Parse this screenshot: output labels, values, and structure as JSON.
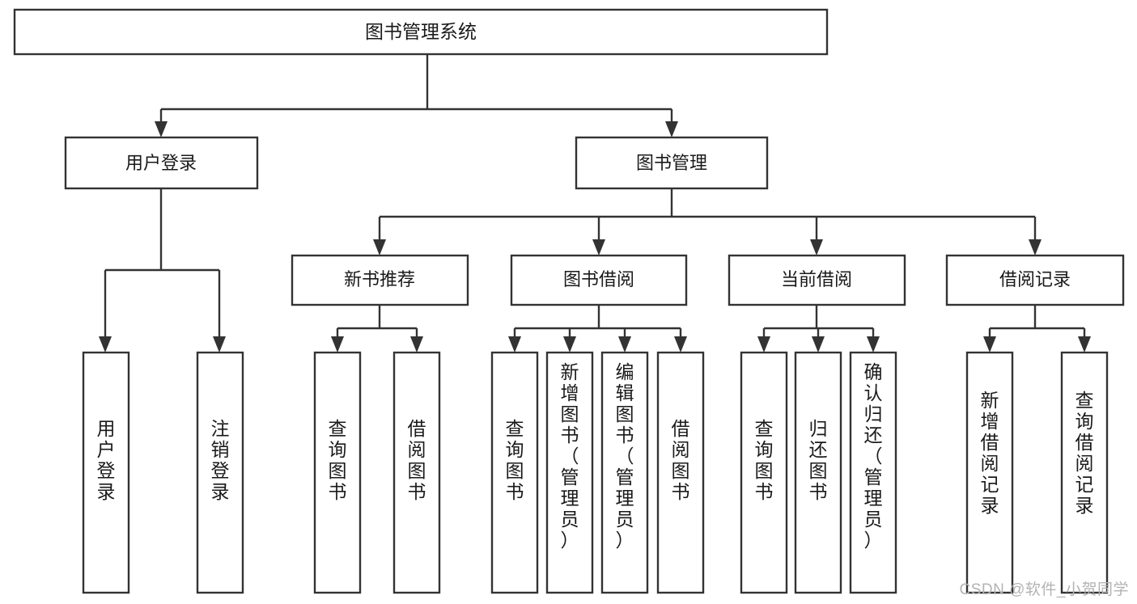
{
  "diagram": {
    "title": "图书管理系统",
    "watermark": "CSDN @软件_小贺同学",
    "type": "tree-hierarchy-diagram",
    "orientation": "top-down",
    "box_fill": "#ffffff",
    "box_stroke": "#333333",
    "text_color": "#1a1a1a",
    "watermark_color": "#b3b3b3",
    "background": "#ffffff",
    "nodes": {
      "root": {
        "label": "图书管理系统",
        "level": 0,
        "text_orientation": "horizontal"
      },
      "l1": [
        {
          "id": "user-login",
          "label": "用户登录",
          "level": 1,
          "text_orientation": "horizontal"
        },
        {
          "id": "book-management",
          "label": "图书管理",
          "level": 1,
          "text_orientation": "horizontal"
        }
      ],
      "l2": [
        {
          "id": "new-book-recommend",
          "label": "新书推荐",
          "level": 2,
          "text_orientation": "horizontal",
          "parent": "book-management"
        },
        {
          "id": "book-borrow",
          "label": "图书借阅",
          "level": 2,
          "text_orientation": "horizontal",
          "parent": "book-management"
        },
        {
          "id": "current-borrow",
          "label": "当前借阅",
          "level": 2,
          "text_orientation": "horizontal",
          "parent": "book-management"
        },
        {
          "id": "borrow-record",
          "label": "借阅记录",
          "level": 2,
          "text_orientation": "horizontal",
          "parent": "book-management"
        }
      ],
      "leaves": [
        {
          "id": "leaf-user-login",
          "label": "用户登录",
          "parent": "user-login",
          "text_orientation": "vertical"
        },
        {
          "id": "leaf-logout",
          "label": "注销登录",
          "parent": "user-login",
          "text_orientation": "vertical"
        },
        {
          "id": "leaf-query-book-1",
          "label": "查询图书",
          "parent": "new-book-recommend",
          "text_orientation": "vertical"
        },
        {
          "id": "leaf-borrow-book-1",
          "label": "借阅图书",
          "parent": "new-book-recommend",
          "text_orientation": "vertical"
        },
        {
          "id": "leaf-query-book-2",
          "label": "查询图书",
          "parent": "book-borrow",
          "text_orientation": "vertical"
        },
        {
          "id": "leaf-add-book",
          "label": "新增图书（管理员）",
          "parent": "book-borrow",
          "text_orientation": "vertical"
        },
        {
          "id": "leaf-edit-book",
          "label": "编辑图书（管理员）",
          "parent": "book-borrow",
          "text_orientation": "vertical"
        },
        {
          "id": "leaf-borrow-book-2",
          "label": "借阅图书",
          "parent": "book-borrow",
          "text_orientation": "vertical"
        },
        {
          "id": "leaf-query-book-3",
          "label": "查询图书",
          "parent": "current-borrow",
          "text_orientation": "vertical"
        },
        {
          "id": "leaf-return-book",
          "label": "归还图书",
          "parent": "current-borrow",
          "text_orientation": "vertical"
        },
        {
          "id": "leaf-confirm-return",
          "label": "确认归还（管理员）",
          "parent": "current-borrow",
          "text_orientation": "vertical"
        },
        {
          "id": "leaf-add-record",
          "label": "新增借阅记录",
          "parent": "borrow-record",
          "text_orientation": "vertical"
        },
        {
          "id": "leaf-query-record",
          "label": "查询借阅记录",
          "parent": "borrow-record",
          "text_orientation": "vertical"
        }
      ]
    }
  }
}
